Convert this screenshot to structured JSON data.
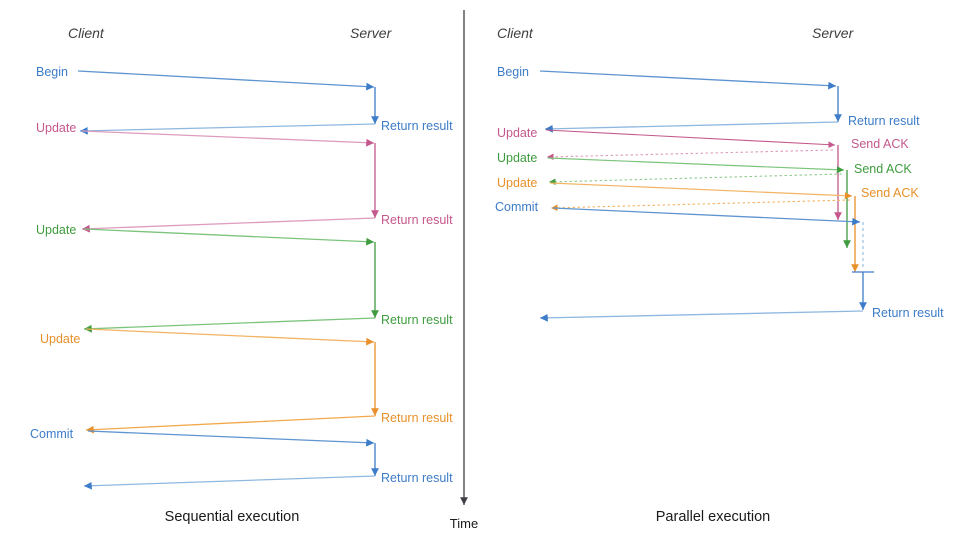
{
  "figure": {
    "type": "sequence-diagram",
    "title": "",
    "panels": [
      {
        "id": "sequential",
        "caption": "Sequential execution",
        "roles": {
          "client": "Client",
          "server": "Server"
        },
        "messages": [
          {
            "label": "Begin",
            "reply": "Return result",
            "color": "blue"
          },
          {
            "label": "Update",
            "reply": "Return result",
            "color": "pink"
          },
          {
            "label": "Update",
            "reply": "Return result",
            "color": "green"
          },
          {
            "label": "Update",
            "reply": "Return result",
            "color": "orange"
          },
          {
            "label": "Commit",
            "reply": "Return result",
            "color": "blue"
          }
        ]
      },
      {
        "id": "parallel",
        "caption": "Parallel execution",
        "roles": {
          "client": "Client",
          "server": "Server"
        },
        "messages": [
          {
            "label": "Begin",
            "reply": "Return result",
            "color": "blue"
          },
          {
            "label": "Update",
            "reply": "Send ACK",
            "color": "pink"
          },
          {
            "label": "Update",
            "reply": "Send ACK",
            "color": "green"
          },
          {
            "label": "Update",
            "reply": "Send ACK",
            "color": "orange"
          },
          {
            "label": "Commit",
            "reply": "Return result",
            "color": "blue"
          }
        ]
      }
    ],
    "time_axis": {
      "label": "Time",
      "direction": "down"
    },
    "colors": {
      "blue": "#4a86c8",
      "blue_light": "#8fb8e0",
      "pink": "#c4588c",
      "pink_light": "#dd9cbe",
      "green": "#3f9c3f",
      "green_light": "#8fcb8f",
      "orange": "#e8902a",
      "orange_light": "#f2b463",
      "divider": "#3f3f46",
      "text": "#1a1a1a"
    }
  },
  "labels": {
    "client": "Client",
    "server": "Server",
    "begin": "Begin",
    "update": "Update",
    "commit": "Commit",
    "return_result": "Return result",
    "send_ack": "Send ACK",
    "time": "Time",
    "sequential_caption": "Sequential execution",
    "parallel_caption": "Parallel execution"
  }
}
